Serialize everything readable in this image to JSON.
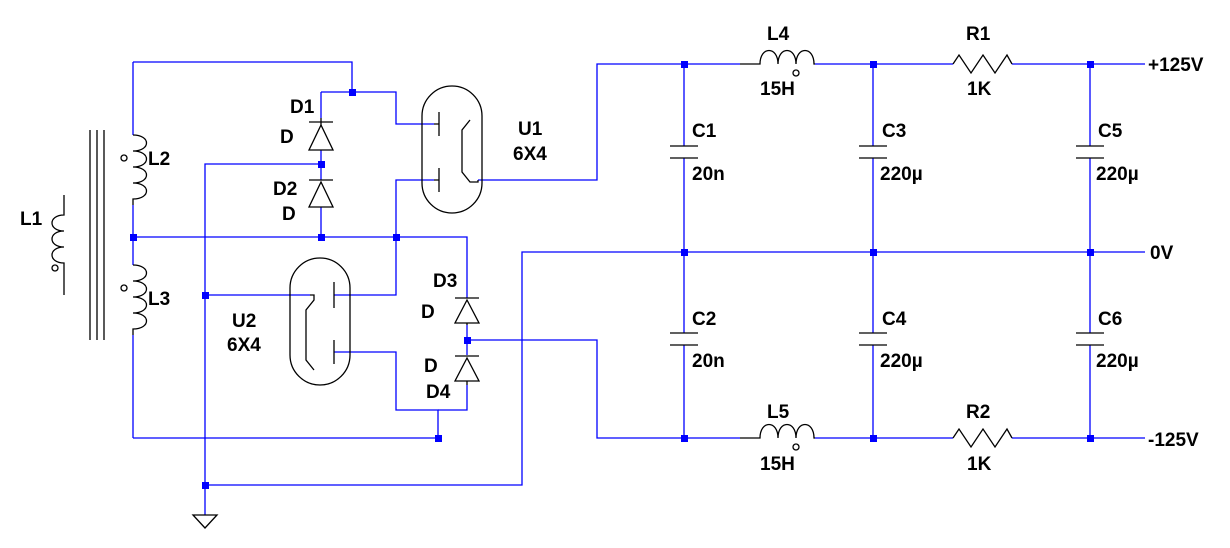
{
  "schematic": {
    "transformer": {
      "primary": "L1",
      "secondary_top": "L2",
      "secondary_bottom": "L3"
    },
    "diodes": [
      {
        "ref": "D1",
        "value": "D"
      },
      {
        "ref": "D2",
        "value": "D"
      },
      {
        "ref": "D3",
        "value": "D"
      },
      {
        "ref": "D4",
        "value": "D"
      }
    ],
    "tubes": [
      {
        "ref": "U1",
        "value": "6X4"
      },
      {
        "ref": "U2",
        "value": "6X4"
      }
    ],
    "capacitors": [
      {
        "ref": "C1",
        "value": "20n"
      },
      {
        "ref": "C2",
        "value": "20n"
      },
      {
        "ref": "C3",
        "value": "220µ"
      },
      {
        "ref": "C4",
        "value": "220µ"
      },
      {
        "ref": "C5",
        "value": "220µ"
      },
      {
        "ref": "C6",
        "value": "220µ"
      }
    ],
    "inductors": [
      {
        "ref": "L4",
        "value": "15H"
      },
      {
        "ref": "L5",
        "value": "15H"
      }
    ],
    "resistors": [
      {
        "ref": "R1",
        "value": "1K"
      },
      {
        "ref": "R2",
        "value": "1K"
      }
    ],
    "net_labels": {
      "positive": "+125V",
      "zero": "0V",
      "negative": "-125V"
    },
    "colors": {
      "wire": "#0000ff",
      "junction": "#0000ff",
      "component": "#000000",
      "background": "#ffffff"
    }
  }
}
